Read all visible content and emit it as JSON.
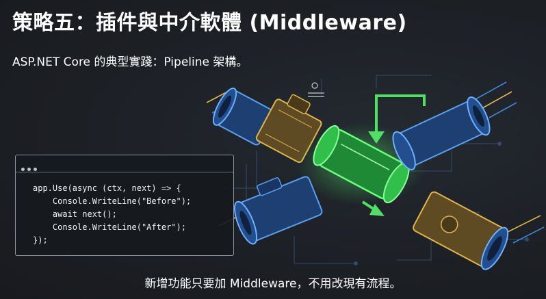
{
  "slide": {
    "title": "策略五：插件與中介軟體 (Middleware)",
    "subtitle": "ASP.NET Core 的典型實踐：Pipeline 架構。",
    "footer": "新增功能只要加 Middleware，不用改現有流程。"
  },
  "code_window": {
    "lines": [
      "app.Use(async (ctx, next) => {",
      "    Console.WriteLine(\"Before\");",
      "    await next();",
      "    Console.WriteLine(\"After\");",
      "});"
    ]
  },
  "diagram": {
    "accent_green": "#3fe05a",
    "accent_gold": "#e0b64a",
    "accent_blue": "#3f86d8",
    "pipe_colors": [
      "#2d66b8",
      "#a8853a",
      "#2fbf4a",
      "#2d66b8",
      "#2d66b8",
      "#a8853a"
    ]
  }
}
